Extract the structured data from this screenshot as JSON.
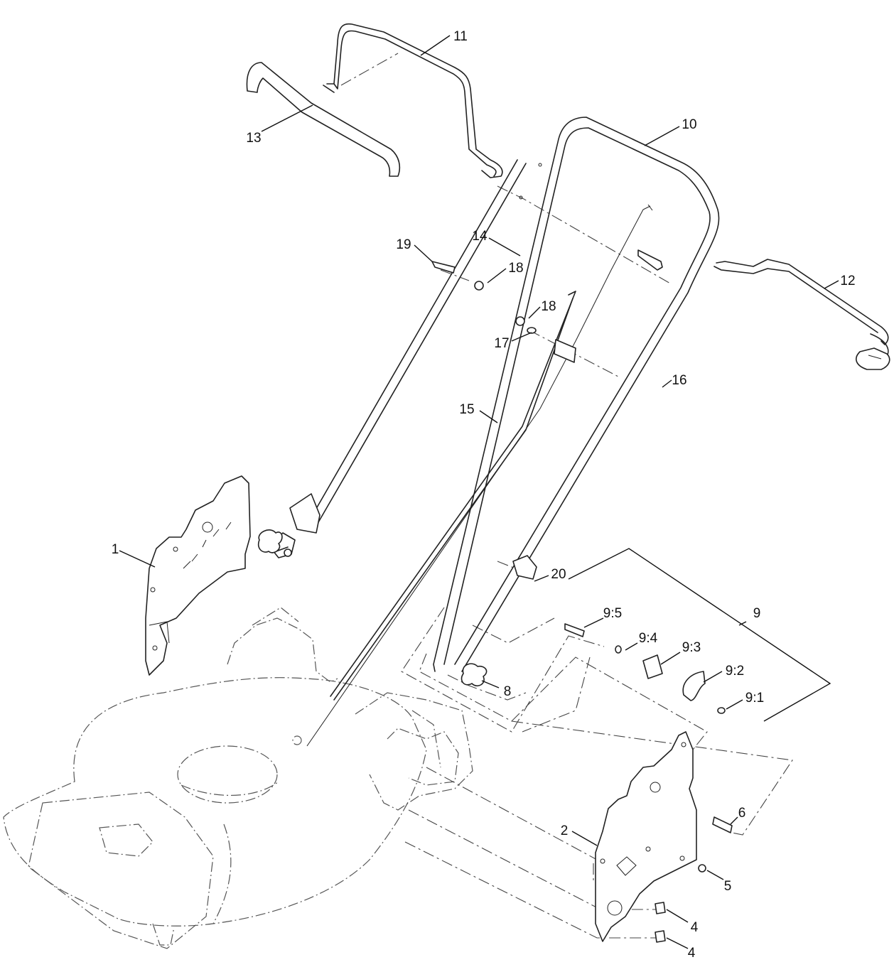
{
  "diagram": {
    "callouts": [
      {
        "id": "c1",
        "label": "1"
      },
      {
        "id": "c2",
        "label": "2"
      },
      {
        "id": "c4a",
        "label": "4"
      },
      {
        "id": "c4b",
        "label": "4"
      },
      {
        "id": "c5",
        "label": "5"
      },
      {
        "id": "c6",
        "label": "6"
      },
      {
        "id": "c8",
        "label": "8"
      },
      {
        "id": "c9",
        "label": "9"
      },
      {
        "id": "c91",
        "label": "9:1"
      },
      {
        "id": "c92",
        "label": "9:2"
      },
      {
        "id": "c93",
        "label": "9:3"
      },
      {
        "id": "c94",
        "label": "9:4"
      },
      {
        "id": "c95",
        "label": "9:5"
      },
      {
        "id": "c10",
        "label": "10"
      },
      {
        "id": "c11",
        "label": "11"
      },
      {
        "id": "c12",
        "label": "12"
      },
      {
        "id": "c13",
        "label": "13"
      },
      {
        "id": "c14",
        "label": "14"
      },
      {
        "id": "c15",
        "label": "15"
      },
      {
        "id": "c16",
        "label": "16"
      },
      {
        "id": "c17",
        "label": "17"
      },
      {
        "id": "c18a",
        "label": "18"
      },
      {
        "id": "c18b",
        "label": "18"
      },
      {
        "id": "c19",
        "label": "19"
      },
      {
        "id": "c20",
        "label": "20"
      }
    ]
  }
}
